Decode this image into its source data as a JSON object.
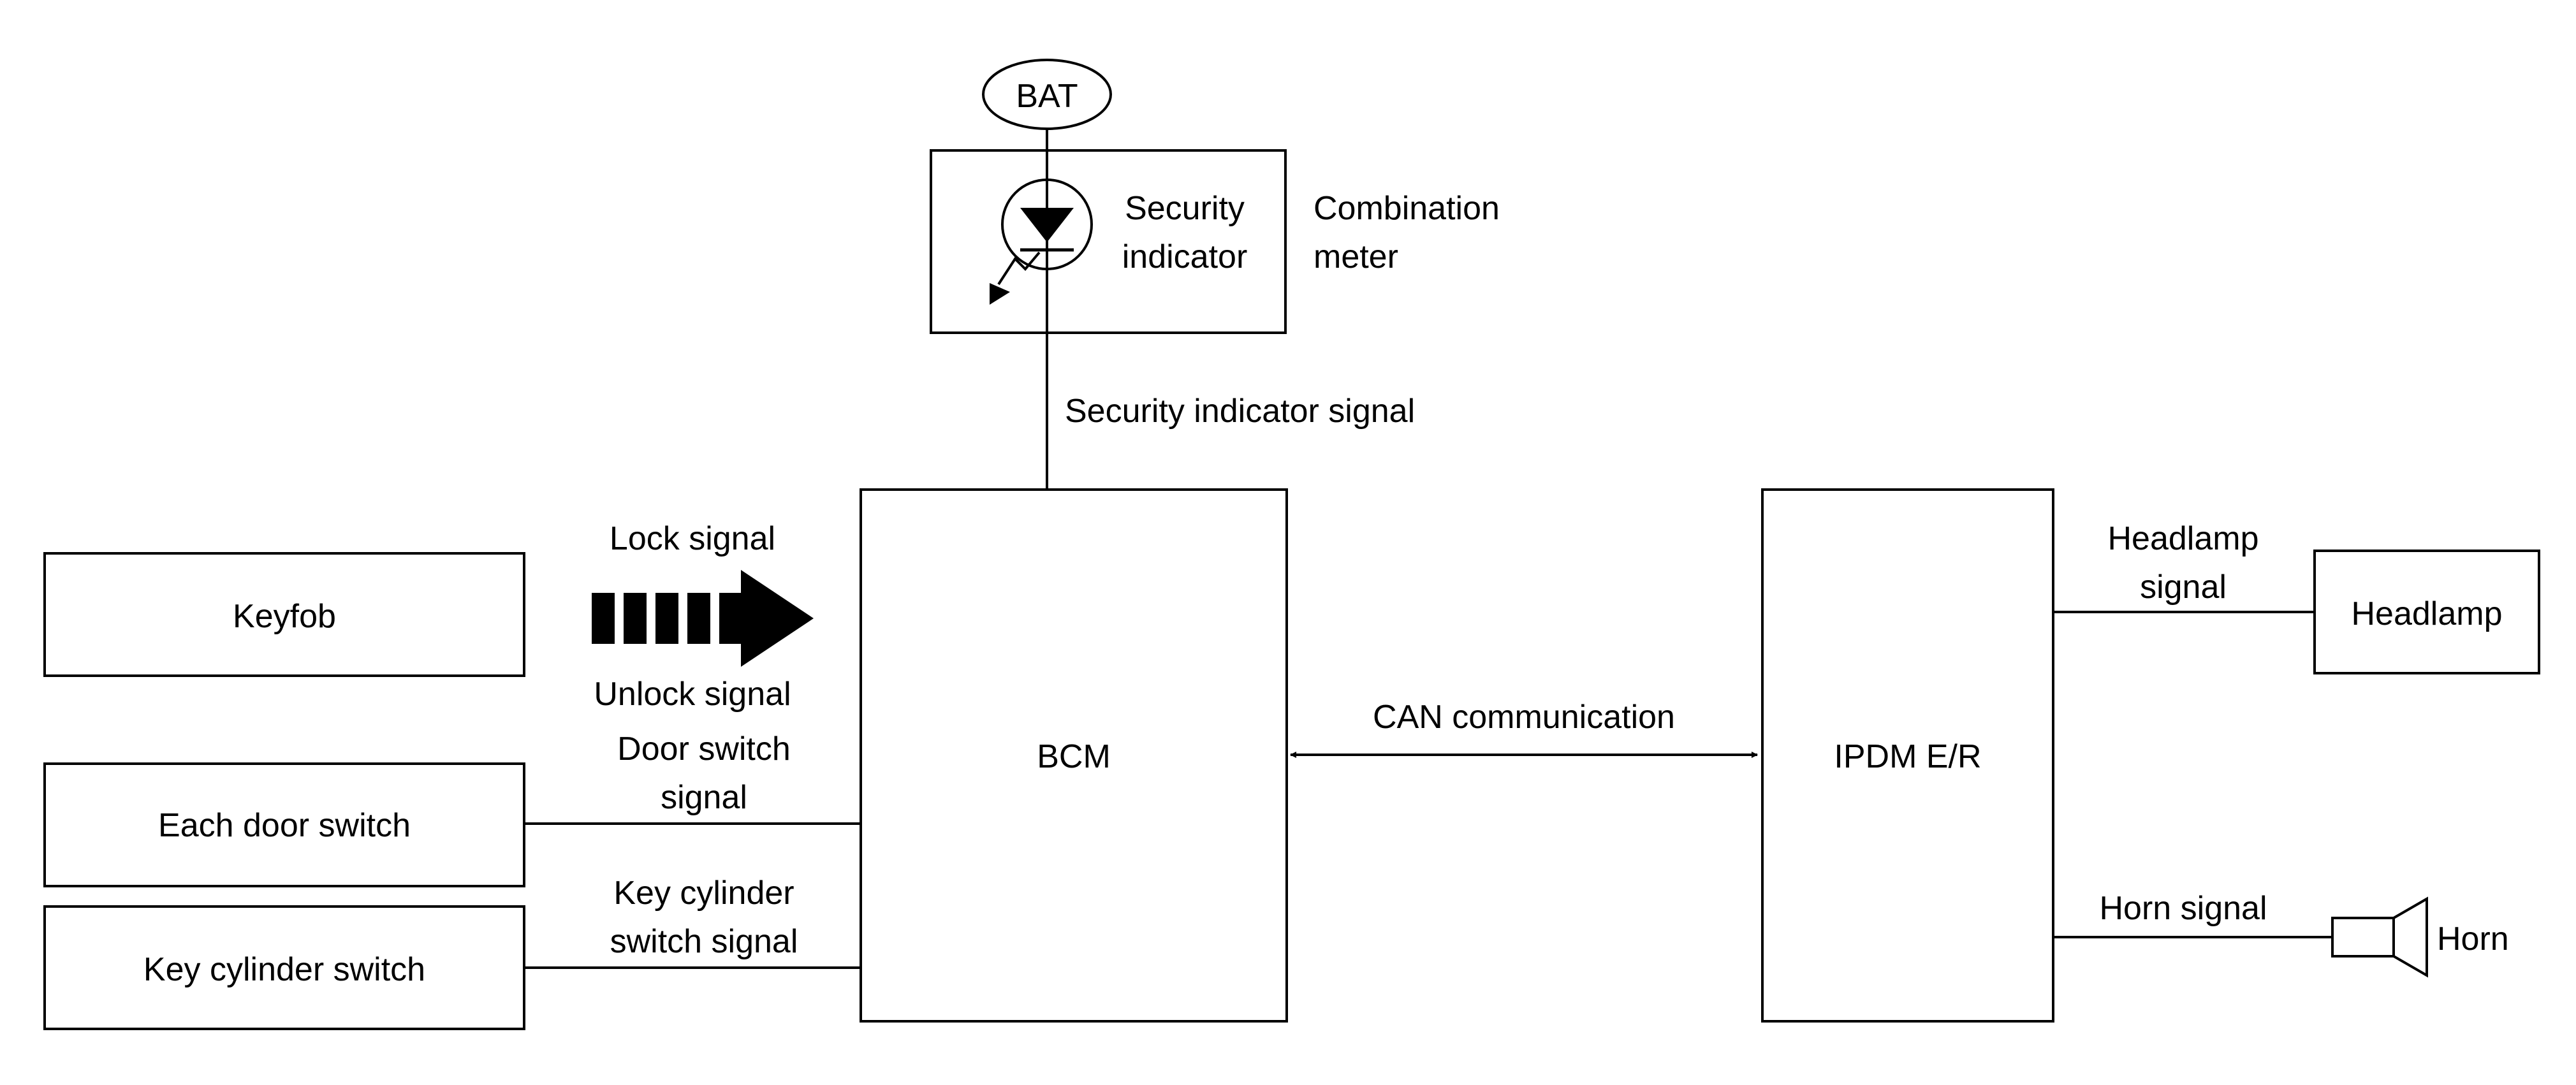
{
  "bat": "BAT",
  "meter": {
    "indicator_line1": "Security",
    "indicator_line2": "indicator",
    "label_line1": "Combination",
    "label_line2": "meter"
  },
  "security_signal": "Security indicator signal",
  "inputs": {
    "keyfob": "Keyfob",
    "door_switch": "Each door switch",
    "key_cylinder": "Key cylinder switch"
  },
  "signals": {
    "lock": "Lock signal",
    "unlock": "Unlock signal",
    "door_line1": "Door switch",
    "door_line2": "signal",
    "key_line1": "Key cylinder",
    "key_line2": "switch signal",
    "can": "CAN communication",
    "headlamp_line1": "Headlamp",
    "headlamp_line2": "signal",
    "horn": "Horn signal"
  },
  "bcm": "BCM",
  "ipdm": "IPDM E/R",
  "outputs": {
    "headlamp": "Headlamp",
    "horn": "Horn"
  }
}
